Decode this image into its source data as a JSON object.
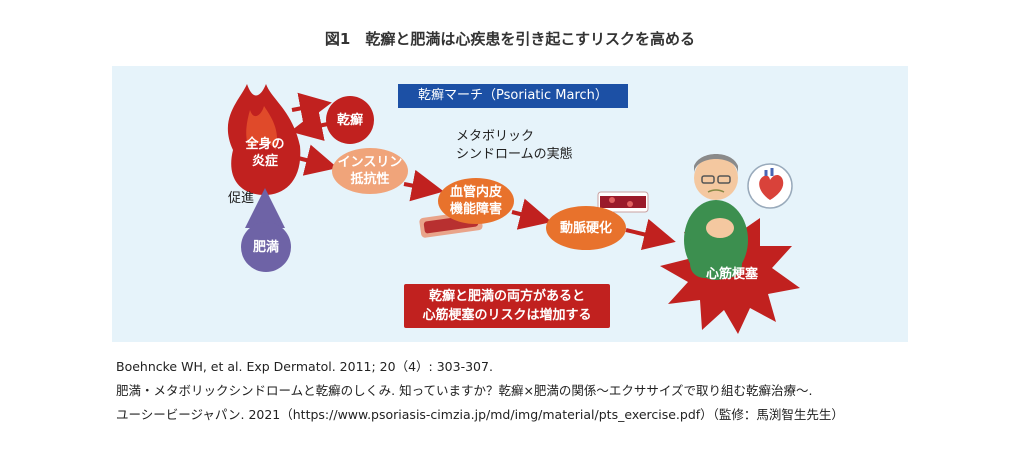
{
  "title": "図1　乾癬と肥満は心疾患を引き起こすリスクを高める",
  "banner": "乾癬マーチ（Psoriatic March）",
  "nodes": {
    "zenshin_line1": "全身の",
    "zenshin_line2": "炎症",
    "kansen": "乾癬",
    "insulin_line1": "インスリン",
    "insulin_line2": "抵抗性",
    "kekkan_line1": "血管内皮",
    "kekkan_line2": "機能障害",
    "domyaku": "動脈硬化",
    "himan": "肥満",
    "shinkin": "心筋梗塞"
  },
  "sokushin": "促進",
  "metabolic_line1": "メタボリック",
  "metabolic_line2": "シンドロームの実態",
  "warning_line1": "乾癬と肥満の両方があると",
  "warning_line2": "心筋梗塞のリスクは増加する",
  "references": [
    "Boehncke WH, et al. Exp Dermatol. 2011; 20（4）: 303-307.",
    "肥満・メタボリックシンドロームと乾癬のしくみ. 知っていますか？乾癬×肥満の関係～エクササイズで取り組む乾癬治療～.",
    "ユーシービージャパン. 2021（https://www.psoriasis-cimzia.jp/md/img/material/pts_exercise.pdf）（監修：馬渕智生先生）"
  ],
  "colors": {
    "panel": "#e6f3fa",
    "banner": "#1c50a5",
    "red": "#c1211f",
    "orange": "#e8722c",
    "purple": "#6e63a6"
  }
}
